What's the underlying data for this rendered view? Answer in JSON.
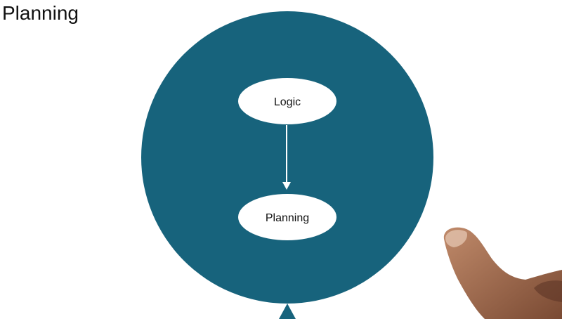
{
  "header": {
    "title": "Planning"
  },
  "diagram": {
    "colors": {
      "circle": "#17637c",
      "node": "#ffffff",
      "arrow": "#ffffff",
      "text": "#111111"
    },
    "nodes": [
      {
        "id": "logic",
        "label": "Logic"
      },
      {
        "id": "planning",
        "label": "Planning"
      }
    ],
    "edges": [
      {
        "from": "logic",
        "to": "planning"
      }
    ]
  },
  "overlay": {
    "hand": "pointing-hand-icon"
  }
}
